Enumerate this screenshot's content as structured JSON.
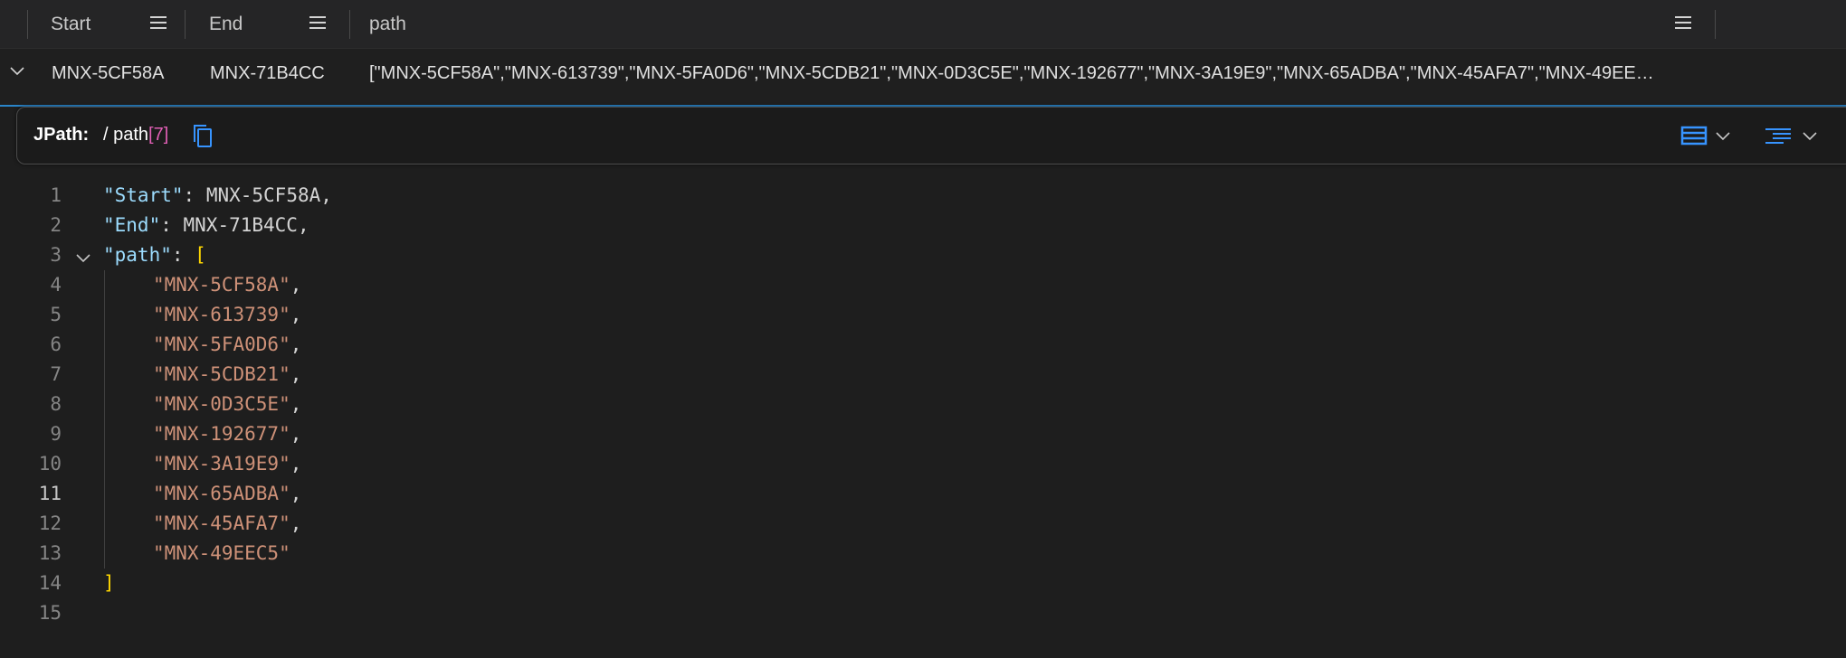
{
  "grid": {
    "columns": [
      {
        "title": "Start"
      },
      {
        "title": "End"
      },
      {
        "title": "path"
      }
    ],
    "row": {
      "start": "MNX-5CF58A",
      "end": "MNX-71B4CC",
      "path": "[\"MNX-5CF58A\",\"MNX-613739\",\"MNX-5FA0D6\",\"MNX-5CDB21\",\"MNX-0D3C5E\",\"MNX-192677\",\"MNX-3A19E9\",\"MNX-65ADBA\",\"MNX-45AFA7\",\"MNX-49EE…"
    }
  },
  "jpath": {
    "label": "JPath:",
    "path_prefix": "/ path",
    "path_index": "[7]"
  },
  "icons": {
    "column_menu": "menu-icon",
    "row_expander": "chevron-down-icon",
    "copy": "copy-icon",
    "view_mode": "table-view-icon",
    "format": "format-lines-icon",
    "fold": "chevron-down-icon"
  },
  "colors": {
    "accent": "#2a85c9",
    "json_key": "#9cdcfe",
    "json_string": "#ce9178",
    "bracket": "#ffd700",
    "jpath_index": "#e05fb5",
    "icon_blue": "#3794ff"
  },
  "editor": {
    "active_line": "11",
    "lines": [
      {
        "n": "1",
        "key": "\"Start\"",
        "sep": ": ",
        "val": "MNX-5CF58A,"
      },
      {
        "n": "2",
        "key": "\"End\"",
        "sep": ": ",
        "val": "MNX-71B4CC,"
      },
      {
        "n": "3",
        "key": "\"path\"",
        "sep": ": ",
        "open": "["
      },
      {
        "n": "4",
        "str": "\"MNX-5CF58A\"",
        "comma": ","
      },
      {
        "n": "5",
        "str": "\"MNX-613739\"",
        "comma": ","
      },
      {
        "n": "6",
        "str": "\"MNX-5FA0D6\"",
        "comma": ","
      },
      {
        "n": "7",
        "str": "\"MNX-5CDB21\"",
        "comma": ","
      },
      {
        "n": "8",
        "str": "\"MNX-0D3C5E\"",
        "comma": ","
      },
      {
        "n": "9",
        "str": "\"MNX-192677\"",
        "comma": ","
      },
      {
        "n": "10",
        "str": "\"MNX-3A19E9\"",
        "comma": ","
      },
      {
        "n": "11",
        "str": "\"MNX-65ADBA\"",
        "comma": ","
      },
      {
        "n": "12",
        "str": "\"MNX-45AFA7\"",
        "comma": ","
      },
      {
        "n": "13",
        "str": "\"MNX-49EEC5\"",
        "comma": ""
      },
      {
        "n": "14",
        "close": "]"
      },
      {
        "n": "15"
      }
    ]
  }
}
